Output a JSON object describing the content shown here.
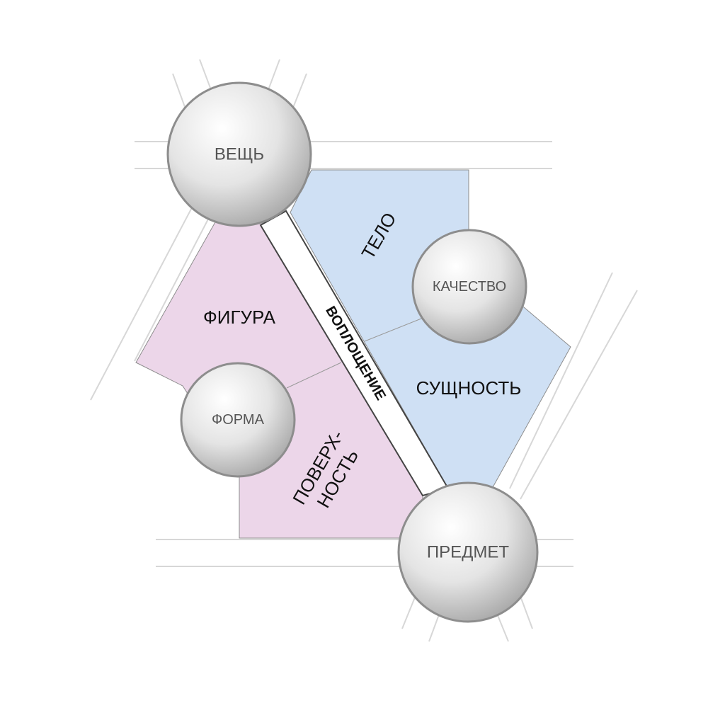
{
  "nodes": {
    "thing": "ВЕЩЬ",
    "quality": "КАЧЕСТВО",
    "form": "ФОРМА",
    "object": "ПРЕДМЕТ"
  },
  "regions": {
    "body": "ТЕЛО",
    "figure": "ФИГУРА",
    "essence": "СУЩНОСТЬ",
    "surface_line1": "ПОВЕРХ-",
    "surface_line2": "НОСТЬ"
  },
  "band": {
    "embodiment": "ВОПЛОЩЕНИЕ"
  },
  "colors": {
    "blue_region": "#cfe0f4",
    "pink_region": "#ecd6e9",
    "region_border": "#8c8c8c",
    "band_fill": "#ffffff",
    "road": "#d7d7d7"
  }
}
